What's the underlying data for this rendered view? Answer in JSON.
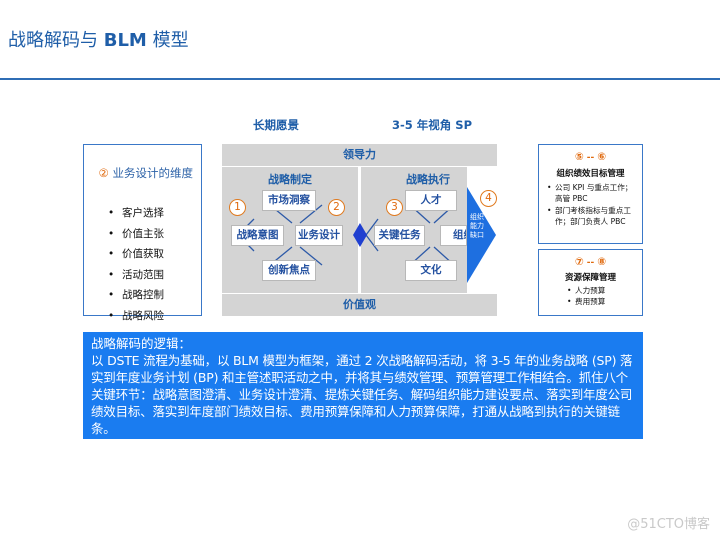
{
  "title": {
    "prefix": "战略解码与 ",
    "bold": "BLM",
    "suffix": " 模型"
  },
  "headers": {
    "left": "长期愿景",
    "right": "3-5 年视角 SP"
  },
  "left_box": {
    "number": "②",
    "title": "业务设计的维度",
    "items": [
      "客户选择",
      "价值主张",
      "价值获取",
      "活动范围",
      "战略控制",
      "战略风险"
    ]
  },
  "diagram": {
    "top_band": "领导力",
    "bottom_band": "价值观",
    "strategy_formulation": {
      "title": "战略制定",
      "nodes": {
        "top": "市场洞察",
        "left": "战略意图",
        "right": "业务设计",
        "bottom": "创新焦点"
      },
      "num_left": "1",
      "num_right": "2"
    },
    "strategy_execution": {
      "title": "战略执行",
      "nodes": {
        "top": "人才",
        "left": "关键任务",
        "right": "组织",
        "bottom": "文化"
      },
      "num_left": "3",
      "num_right": "4",
      "arrow_text": [
        "组织",
        "能力",
        "缺口"
      ]
    }
  },
  "right_box_1": {
    "num_a": "⑤",
    "connector": "--",
    "num_b": "⑥",
    "title": "组织绩效目标管理",
    "items": [
      "公司 KPI 与重点工作；高管 PBC",
      "部门考核指标与重点工作；部门负责人 PBC"
    ]
  },
  "right_box_2": {
    "num_a": "⑦",
    "connector": "--",
    "num_b": "⑧",
    "title": "资源保障管理",
    "items": [
      "人力预算",
      "费用预算"
    ]
  },
  "summary": {
    "heading": "战略解码的逻辑：",
    "body": "以 DSTE 流程为基础，以 BLM 模型为框架，通过 2 次战略解码活动，将 3-5 年的业务战略 (SP) 落实到年度业务计划 (BP) 和主管述职活动之中，并将其与绩效管理、预算管理工作相结合。抓住八个关键环节：战略意图澄清、业务设计澄清、提炼关键任务、解码组织能力建设要点、落实到年度公司绩效目标、落实到年度部门绩效目标、费用预算保障和人力预算保障，打通从战略到执行的关键链条。"
  },
  "watermark": "@51CTO博客",
  "colors": {
    "accent_blue": "#1f5ea8",
    "summary_blue": "#1a7cf0",
    "orange": "#e06a0f",
    "frame_grey": "#d4d4d4",
    "diamond": "#1f3fd0",
    "arrow": "#1e6fe0"
  }
}
